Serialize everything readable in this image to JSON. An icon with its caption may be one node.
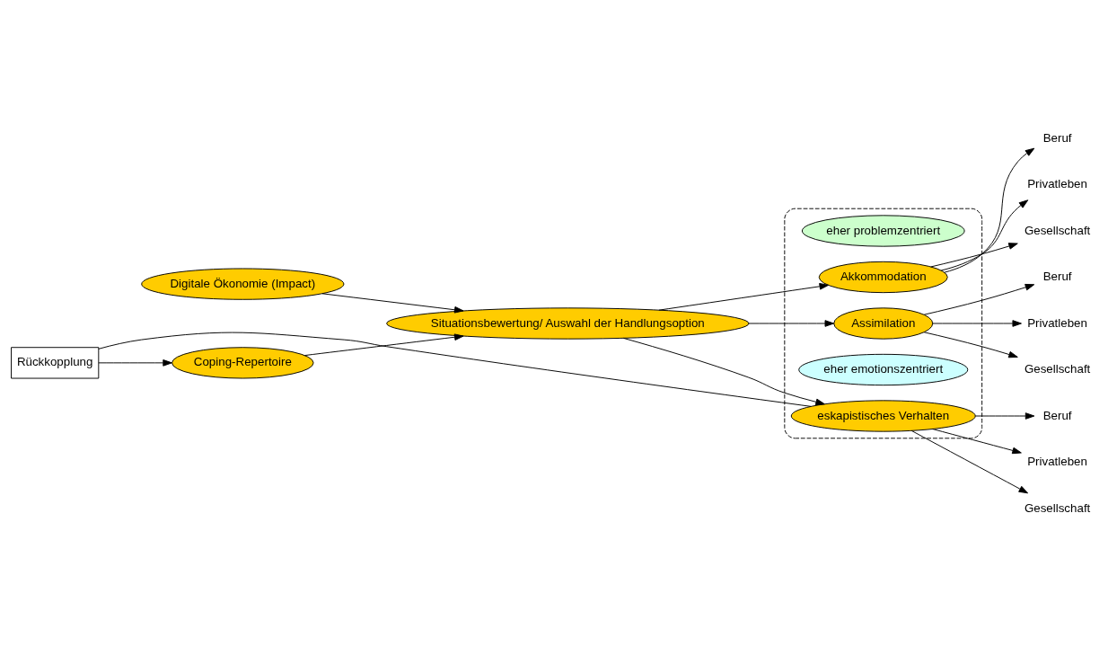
{
  "diagram": {
    "nodes": [
      {
        "text": [
          "Digitale Ökonomie (Impact)"
        ]
      },
      {
        "text": [
          "Coping-Repertoire"
        ]
      },
      {
        "text": [
          "Situationsbewertung/ Auswahl der Handlungsoption"
        ]
      },
      {
        "text": [],
        "shape": "ellipse"
      },
      {
        "text": [
          "eher problemzentriert"
        ],
        "in": 3
      },
      {
        "text": [
          "Akkommodation"
        ],
        "in": 3
      },
      {
        "text": [
          "Assimilation"
        ],
        "in": 3
      },
      {
        "text": [
          "eher emotionszentriert"
        ],
        "in": 3
      },
      {
        "text": [
          "eskapistisches Verhalten"
        ],
        "in": 3
      },
      {
        "text": [
          "Rückkopplung"
        ]
      },
      {
        "text": [
          "Beruf"
        ]
      },
      {
        "text": [
          "Privatleben"
        ]
      },
      {
        "text": [
          "Gesellschaft"
        ]
      },
      {
        "text": [
          "Beruf"
        ]
      },
      {
        "text": [
          "Privatleben"
        ]
      },
      {
        "text": [
          "Gesellschaft"
        ]
      },
      {
        "text": [
          "Beruf"
        ]
      },
      {
        "text": [
          "Privatleben"
        ]
      },
      {
        "text": [
          "Gesellschaft"
        ]
      }
    ],
    "edges": [
      {
        "from": 0,
        "to": 2,
        "arrow": "to"
      },
      {
        "from": 1,
        "to": 2,
        "arrow": "to"
      },
      {
        "from": 2,
        "to": 5,
        "arrow": "to"
      },
      {
        "from": 2,
        "to": 6,
        "arrow": "to"
      },
      {
        "from": 2,
        "to": 8,
        "arrow": "to"
      },
      {
        "from": 9,
        "to": 1,
        "arrow": "to"
      },
      {
        "from": 8,
        "to": 9,
        "arrow": "none"
      },
      {
        "from": 5,
        "to": 10,
        "arrow": "to"
      },
      {
        "from": 5,
        "to": 11,
        "arrow": "to"
      },
      {
        "from": 5,
        "to": 12,
        "arrow": "to"
      },
      {
        "from": 6,
        "to": 13,
        "arrow": "to"
      },
      {
        "from": 6,
        "to": 14,
        "arrow": "to"
      },
      {
        "from": 6,
        "to": 15,
        "arrow": "to"
      },
      {
        "from": 8,
        "to": 16,
        "arrow": "to"
      },
      {
        "from": 8,
        "to": 17,
        "arrow": "to"
      },
      {
        "from": 8,
        "to": 18,
        "arrow": "to"
      }
    ]
  }
}
